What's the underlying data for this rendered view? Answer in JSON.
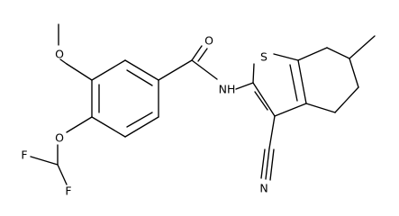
{
  "structure": {
    "type": "chemical-structure",
    "name": "",
    "line_color": "#000000",
    "background": "#ffffff"
  },
  "atom_labels": {
    "carbonyl_o": "O",
    "methoxy_o": "O",
    "ether_o": "O",
    "f_upper": "F",
    "f_lower": "F",
    "amide_nh": "NH",
    "thiophene_s": "S",
    "nitrile_n": "N"
  }
}
